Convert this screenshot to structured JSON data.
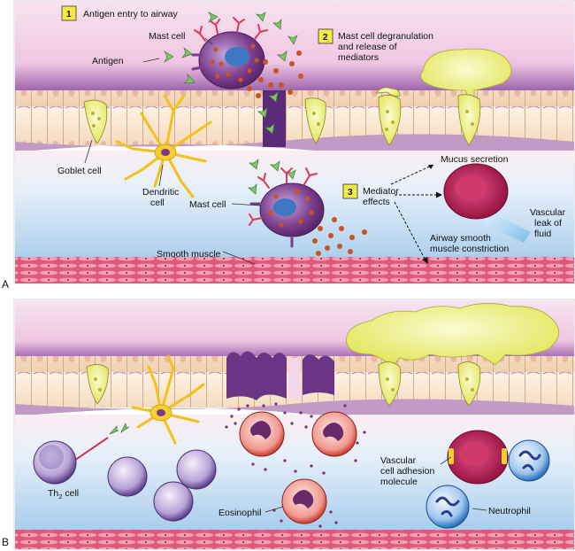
{
  "panel_a": {
    "letter": "A",
    "steps": [
      {
        "number": "1",
        "text": "Antigen entry to airway"
      },
      {
        "number": "2",
        "lines": [
          "Mast cell degranulation",
          "and release of",
          "mediators"
        ]
      },
      {
        "number": "3",
        "lines": [
          "Mediator",
          "effects"
        ]
      }
    ],
    "labels": {
      "mast_cell_top": "Mast cell",
      "antigen": "Antigen",
      "goblet_cell": "Goblet cell",
      "dendritic_cell": [
        "Dendritic",
        "cell"
      ],
      "mast_cell_bottom": "Mast cell",
      "smooth_muscle": "Smooth muscle",
      "mucus_secretion": "Mucus secretion",
      "vascular_leak": [
        "Vascular",
        "leak of",
        "fluid"
      ],
      "airway_smooth_muscle": [
        "Airway smooth",
        "muscle constriction"
      ]
    }
  },
  "panel_b": {
    "letter": "B",
    "labels": {
      "th2_cell_prefix": "Th",
      "th2_cell_sub": "2",
      "th2_cell_suffix": " cell",
      "eosinophil": "Eosinophil",
      "vascular_adhesion": [
        "Vascular",
        "cell adhesion",
        "molecule"
      ],
      "neutrophil": "Neutrophil"
    }
  },
  "colors": {
    "lumen": "#f3d6ea",
    "epithelium": "#f6e2c8",
    "mucosa": "#8a4f9e",
    "submucosa": "#cfe3f4",
    "muscle": "#d8476e",
    "mucus": "#eef07a",
    "mast_cell": "#7a3d8c",
    "granule": "#c9541d",
    "dendritic": "#f2c21a",
    "eosinophil": "#c7392d",
    "lymphocyte": "#6d4f9a",
    "neutrophil": "#2b6fbd",
    "vessel": "#b3164a"
  }
}
